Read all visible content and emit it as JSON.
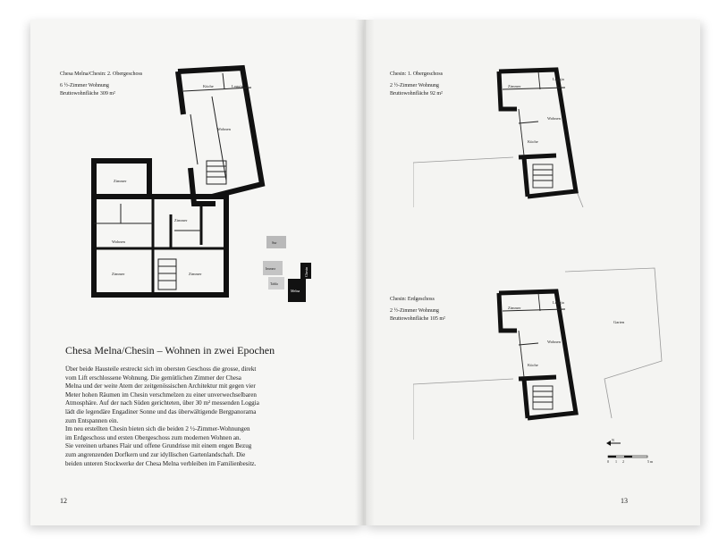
{
  "left_page": {
    "caption_title": "Chesa Melna/Chesin: 2. Obergeschoss",
    "caption_unit": "6 ½-Zimmer Wohnung",
    "caption_area": "Bruttowohnfläche 309 m²",
    "plan_labels": {
      "kueche": "Küche",
      "loggia": "Loggia",
      "wohnen_top": "Wohnen",
      "zimmer_a": "Zimmer",
      "zimmer_b": "Zimmer",
      "wohnen_mid": "Wohnen",
      "zimmer_c": "Zimmer",
      "zimmer_d": "Zimmer"
    },
    "site_labels": {
      "sur": "Sur",
      "immez": "Immez",
      "tabla": "Tabla",
      "melna": "Melna",
      "chesin": "Chesin"
    },
    "heading": "Chesa Melna/Chesin – Wohnen in zwei Epochen",
    "body_lines": [
      "Über beide Hausteile erstreckt sich im obersten Geschoss die grosse, direkt",
      "vom Lift erschlossene Wohnung. Die gemütlichen Zimmer der Chesa",
      "Melna und der weite Atem der zeitgenössischen Architektur mit gegen vier",
      "Meter hohen Räumen im Chesin verschmelzen zu einer unverwechselbaren",
      "Atmosphäre. Auf der nach Süden gerichteten, über 30 m² messenden Loggia",
      "lädt die legendäre Engadiner Sonne und das überwältigende Bergpanorama",
      "zum Entspannen ein.",
      "Im neu erstellten Chesin bieten sich die beiden 2 ½-Zimmer-Wohnungen",
      "im Erdgeschoss und ersten Obergeschoss zum modernen Wohnen an.",
      "Sie vereinen urbanes Flair und offene Grundrisse mit einem engen Bezug",
      "zum angrenzenden Dorfkern und zur idyllischen Gartenlandschaft. Die",
      "beiden unteren Stockwerke der Chesa Melna verbleiben im Familienbesitz."
    ],
    "page_number": "12"
  },
  "right_page": {
    "upper": {
      "caption_title": "Chesin: 1. Obergeschoss",
      "caption_unit": "2 ½-Zimmer Wohnung",
      "caption_area": "Bruttowohnfläche 92 m²",
      "labels": {
        "zimmer": "Zimmer",
        "loggia": "Loggia",
        "wohnen": "Wohnen",
        "kueche": "Küche"
      }
    },
    "lower": {
      "caption_title": "Chesin: Erdgeschoss",
      "caption_unit": "2 ½-Zimmer Wohnung",
      "caption_area": "Bruttowohnfläche 105 m²",
      "labels": {
        "zimmer": "Zimmer",
        "loggia": "Loggia",
        "wohnen": "Wohnen",
        "kueche": "Küche",
        "garten": "Garten"
      }
    },
    "scale": {
      "north": "N",
      "ticks": [
        "0",
        "1",
        "2",
        "5 m"
      ]
    },
    "page_number": "13"
  }
}
